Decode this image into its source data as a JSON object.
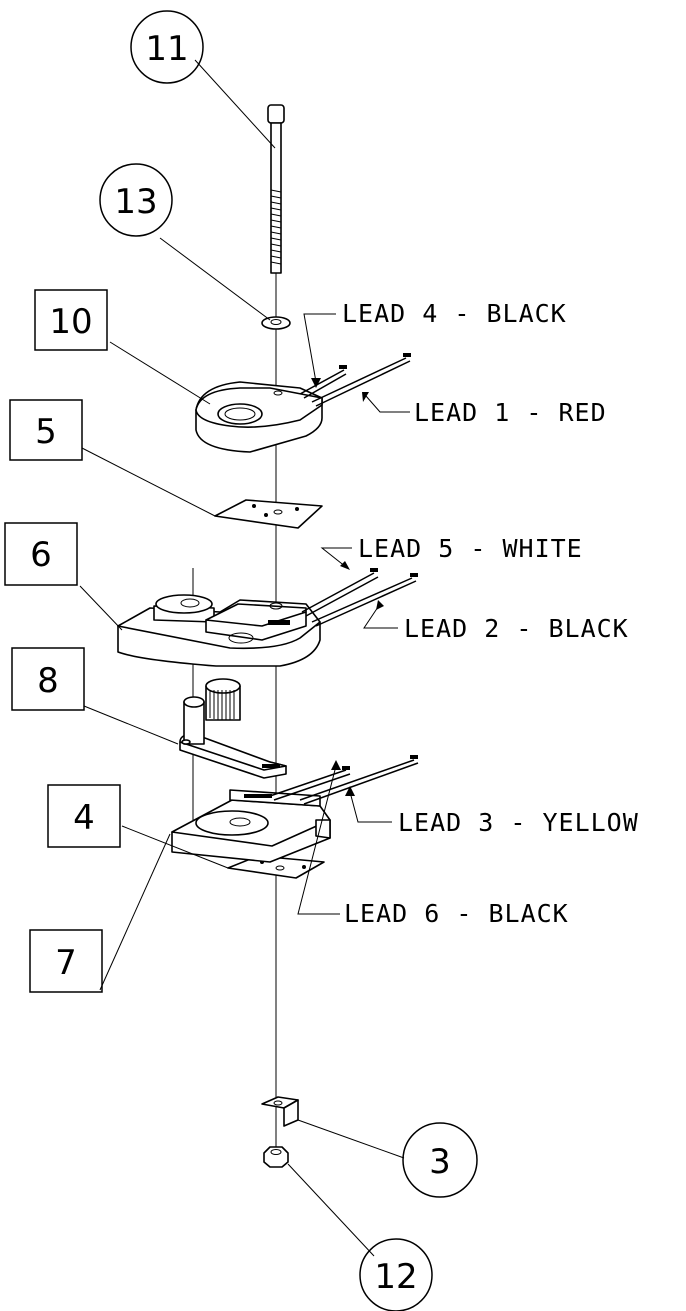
{
  "callouts": {
    "c11": "11",
    "c13": "13",
    "c10": "10",
    "c5": "5",
    "c6": "6",
    "c8": "8",
    "c4": "4",
    "c7": "7",
    "c3": "3",
    "c12": "12"
  },
  "leads": {
    "lead4": "LEAD 4 - BLACK",
    "lead1": "LEAD 1 - RED",
    "lead5": "LEAD 5 - WHITE",
    "lead2": "LEAD 2 - BLACK",
    "lead6": "LEAD 6 - BLACK",
    "lead3": "LEAD 3 - YELLOW"
  }
}
